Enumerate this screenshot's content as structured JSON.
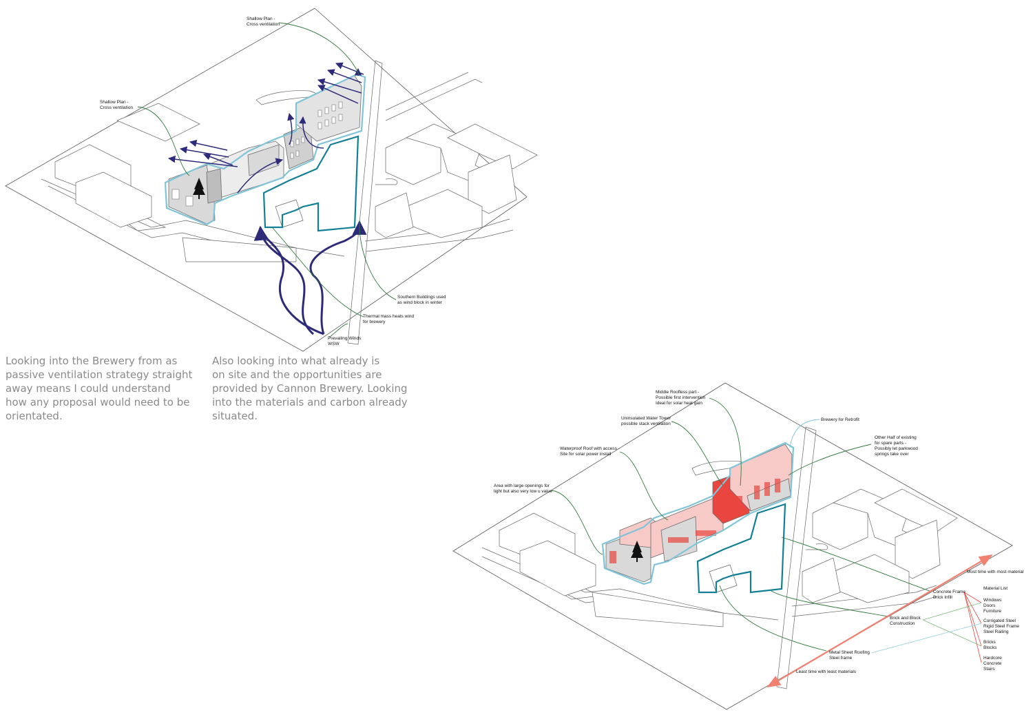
{
  "palette": {
    "line": "#555555",
    "building_edge": "#6b6b6b",
    "shade": "#d9d9d9",
    "shade_dark": "#bdbdbd",
    "site_blue": "#7fc4d8",
    "site_teal": "#137f96",
    "wind_purple": "#2e2a7a",
    "leader_green": "#2f7a3c",
    "pink": "#f7c9c7",
    "red": "#e8463f",
    "axis_red": "#f08070",
    "para_text": "#8a8a8a"
  },
  "top_diagram": {
    "labels": {
      "shallow_plan_1": "Shallow Plan -\nCross ventilation",
      "shallow_plan_2": "Shallow Plan -\nCross ventilation",
      "southern_buildings": "Southern Buildings used\nas wind block in winter",
      "thermal_mass": "Thermal mass heats wind\nfor brewery",
      "prevailing_winds": "Prevailing Winds\nWSW"
    }
  },
  "paragraphs": {
    "left": "Looking into the Brewery from as\npassive ventilation strategy straight\naway means I could understand\nhow any proposal would need to be\norientated.",
    "right": "Also looking into what already is\non site and the opportunities are\nprovided by Cannon Brewery. Looking\ninto the materials and carbon already\nsituated."
  },
  "bottom_diagram": {
    "labels": {
      "middle_roofless": "Middle Roofless part -\nPossible first intervention\nIdeal for solar heat gain",
      "water_tower": "Uninsulated Water Tower\npossible stack ventilation",
      "brewery_retrofit": "Brewery for Retrofit",
      "waterproof_roof": "Waterproof Roof with access -\nSite for solar power install",
      "other_half": "Other Half of existing\nfor spare parts -\nPossibly let parkwood\nsprings take over",
      "large_openings": "Area with large openings for\nlight but also very low u value",
      "most_time": "Most time with most material",
      "least_time": "Least time with least materials",
      "concrete_frame": "Concrete Frame\nBrick Infill",
      "brick_block": "Brick and Block\nConstruction",
      "metal_sheet": "Metal Sheet Roofing\nSteel frame"
    },
    "material_list": {
      "title": "Material List",
      "groups": [
        "Windows\nDoors\nFurniture",
        "Corrigated Steel\nRigid Steel Frame\nSteel Railing",
        "Bricks\nBlocks",
        "Hardcore\nConcrete\nStairs"
      ]
    }
  }
}
